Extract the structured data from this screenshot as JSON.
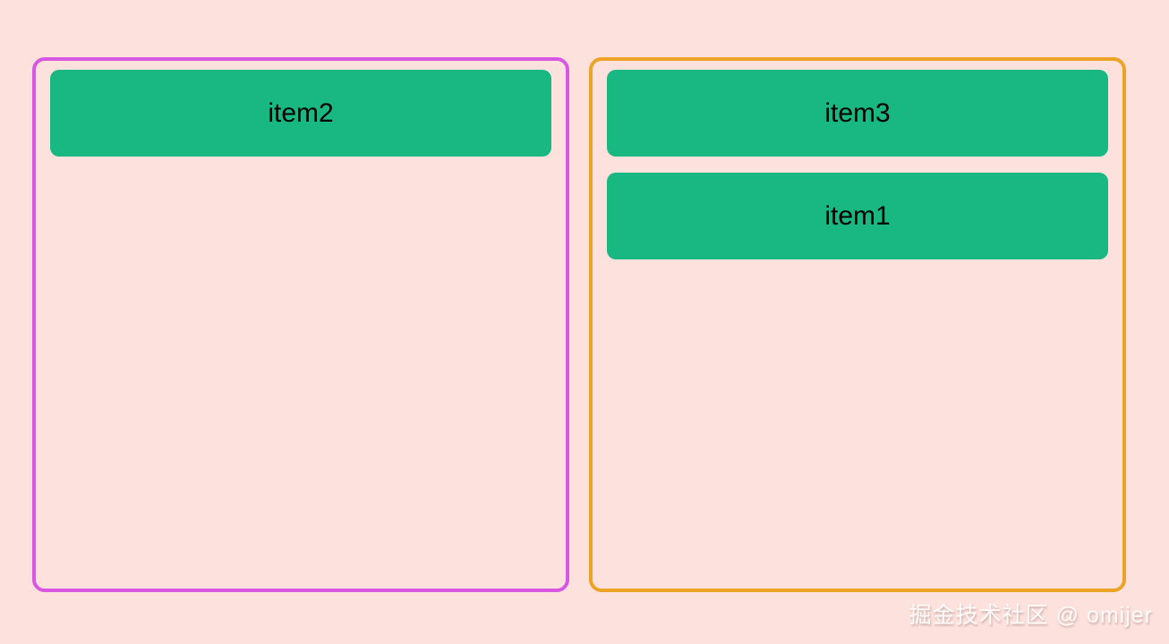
{
  "page": {
    "background_color": "#fde1dd",
    "watermark": "掘金技术社区 @ omijer"
  },
  "item_style": {
    "background_color": "#19b782",
    "text_color": "#000000"
  },
  "lists": [
    {
      "name": "left-list",
      "border_color": "#d757e3",
      "items": [
        {
          "label": "item2"
        }
      ]
    },
    {
      "name": "right-list",
      "border_color": "#eda325",
      "items": [
        {
          "label": "item3"
        },
        {
          "label": "item1"
        }
      ]
    }
  ]
}
